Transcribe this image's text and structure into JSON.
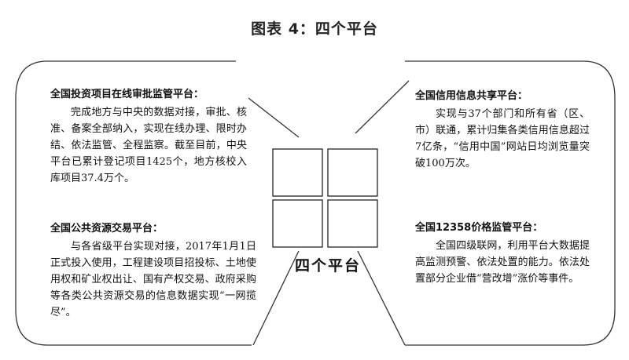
{
  "title": "图表 4：四个平台",
  "center_label": "四个平台",
  "blocks": {
    "investment": {
      "heading": "全国投资项目在线审批监管平台：",
      "text": "完成地方与中央的数据对接，审批、核准、备案全部纳入，实现在线办理、限时办结、依法监管、全程监察。截至目前，中央平台已累计登记项目1425个，地方核校入库项目37.4万个。"
    },
    "resource_trading": {
      "heading": "全国公共资源交易平台：",
      "text": "与各省级平台实现对接，2017年1月1日正式投入使用，工程建设项目招投标、土地使用权和矿业权出让、国有产权交易、政府采购等各类公共资源交易的信息数据实现“一网揽尽”。"
    },
    "credit": {
      "heading": "全国信用信息共享平台：",
      "text": "实现与37个部门和所有省（区、市）联通，累计归集各类信用信息超过7亿条，“信用中国”网站日均浏览量突破100万次。"
    },
    "price": {
      "heading": "全国12358价格监管平台：",
      "text": "全国四级联网，利用平台大数据提高监测预警、依法处置的能力。依法处置部分企业借“营改增”涨价等事件。"
    }
  }
}
